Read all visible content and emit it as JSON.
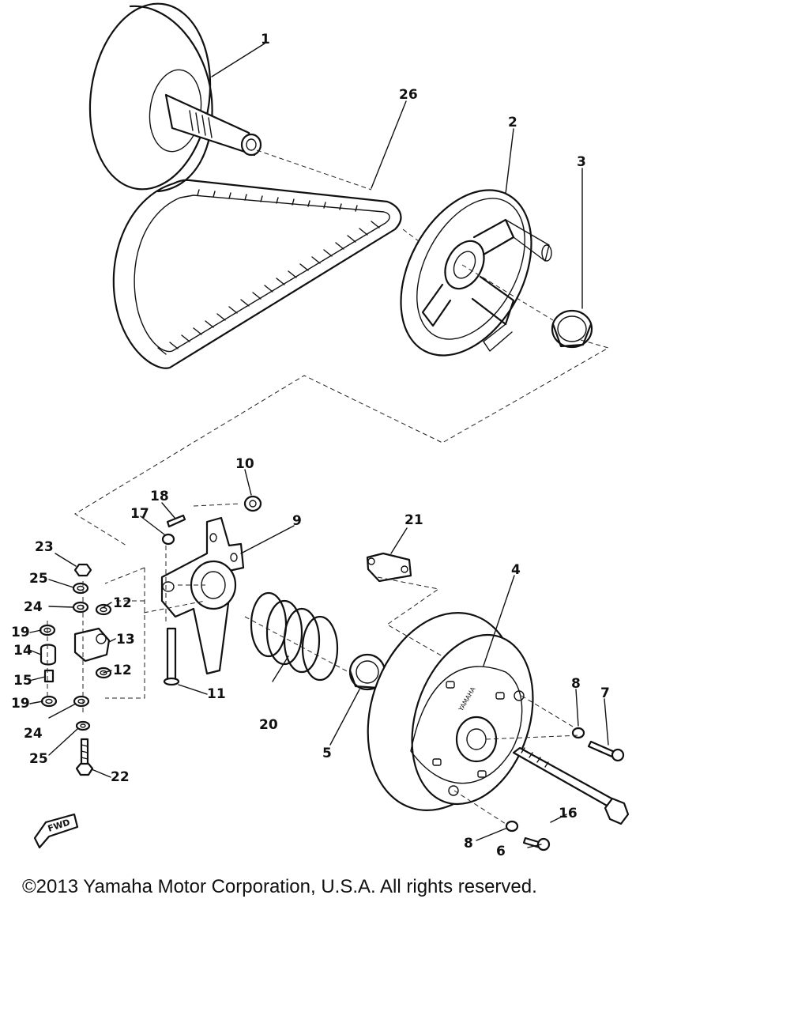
{
  "diagram": {
    "callouts": [
      "1",
      "2",
      "3",
      "4",
      "5",
      "6",
      "7",
      "8",
      "8",
      "9",
      "10",
      "11",
      "12",
      "12",
      "13",
      "14",
      "15",
      "16",
      "17",
      "18",
      "19",
      "19",
      "20",
      "21",
      "22",
      "23",
      "24",
      "24",
      "25",
      "25",
      "26"
    ],
    "direction_marker": "FWD",
    "brand_mark": "YAMAHA"
  },
  "footer": {
    "copyright": "©2013 Yamaha Motor Corporation, U.S.A. All rights reserved."
  }
}
